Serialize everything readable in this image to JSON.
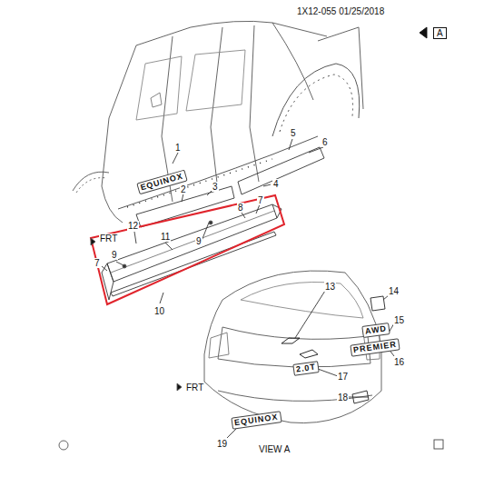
{
  "diagram": {
    "labels": [
      "1X12-055 01/25/2018",
      "A",
      "1",
      "EQUINOX",
      "2",
      "3",
      "4",
      "5",
      "6",
      "7",
      "8",
      "9",
      "12",
      "FRT",
      "9",
      "11",
      "7",
      "10",
      "13",
      "14",
      "15",
      "16",
      "17",
      "2.0T",
      "18",
      "FRT",
      "EQUINOX",
      "19",
      "VIEW A",
      "AWD",
      "PREMIER"
    ]
  }
}
